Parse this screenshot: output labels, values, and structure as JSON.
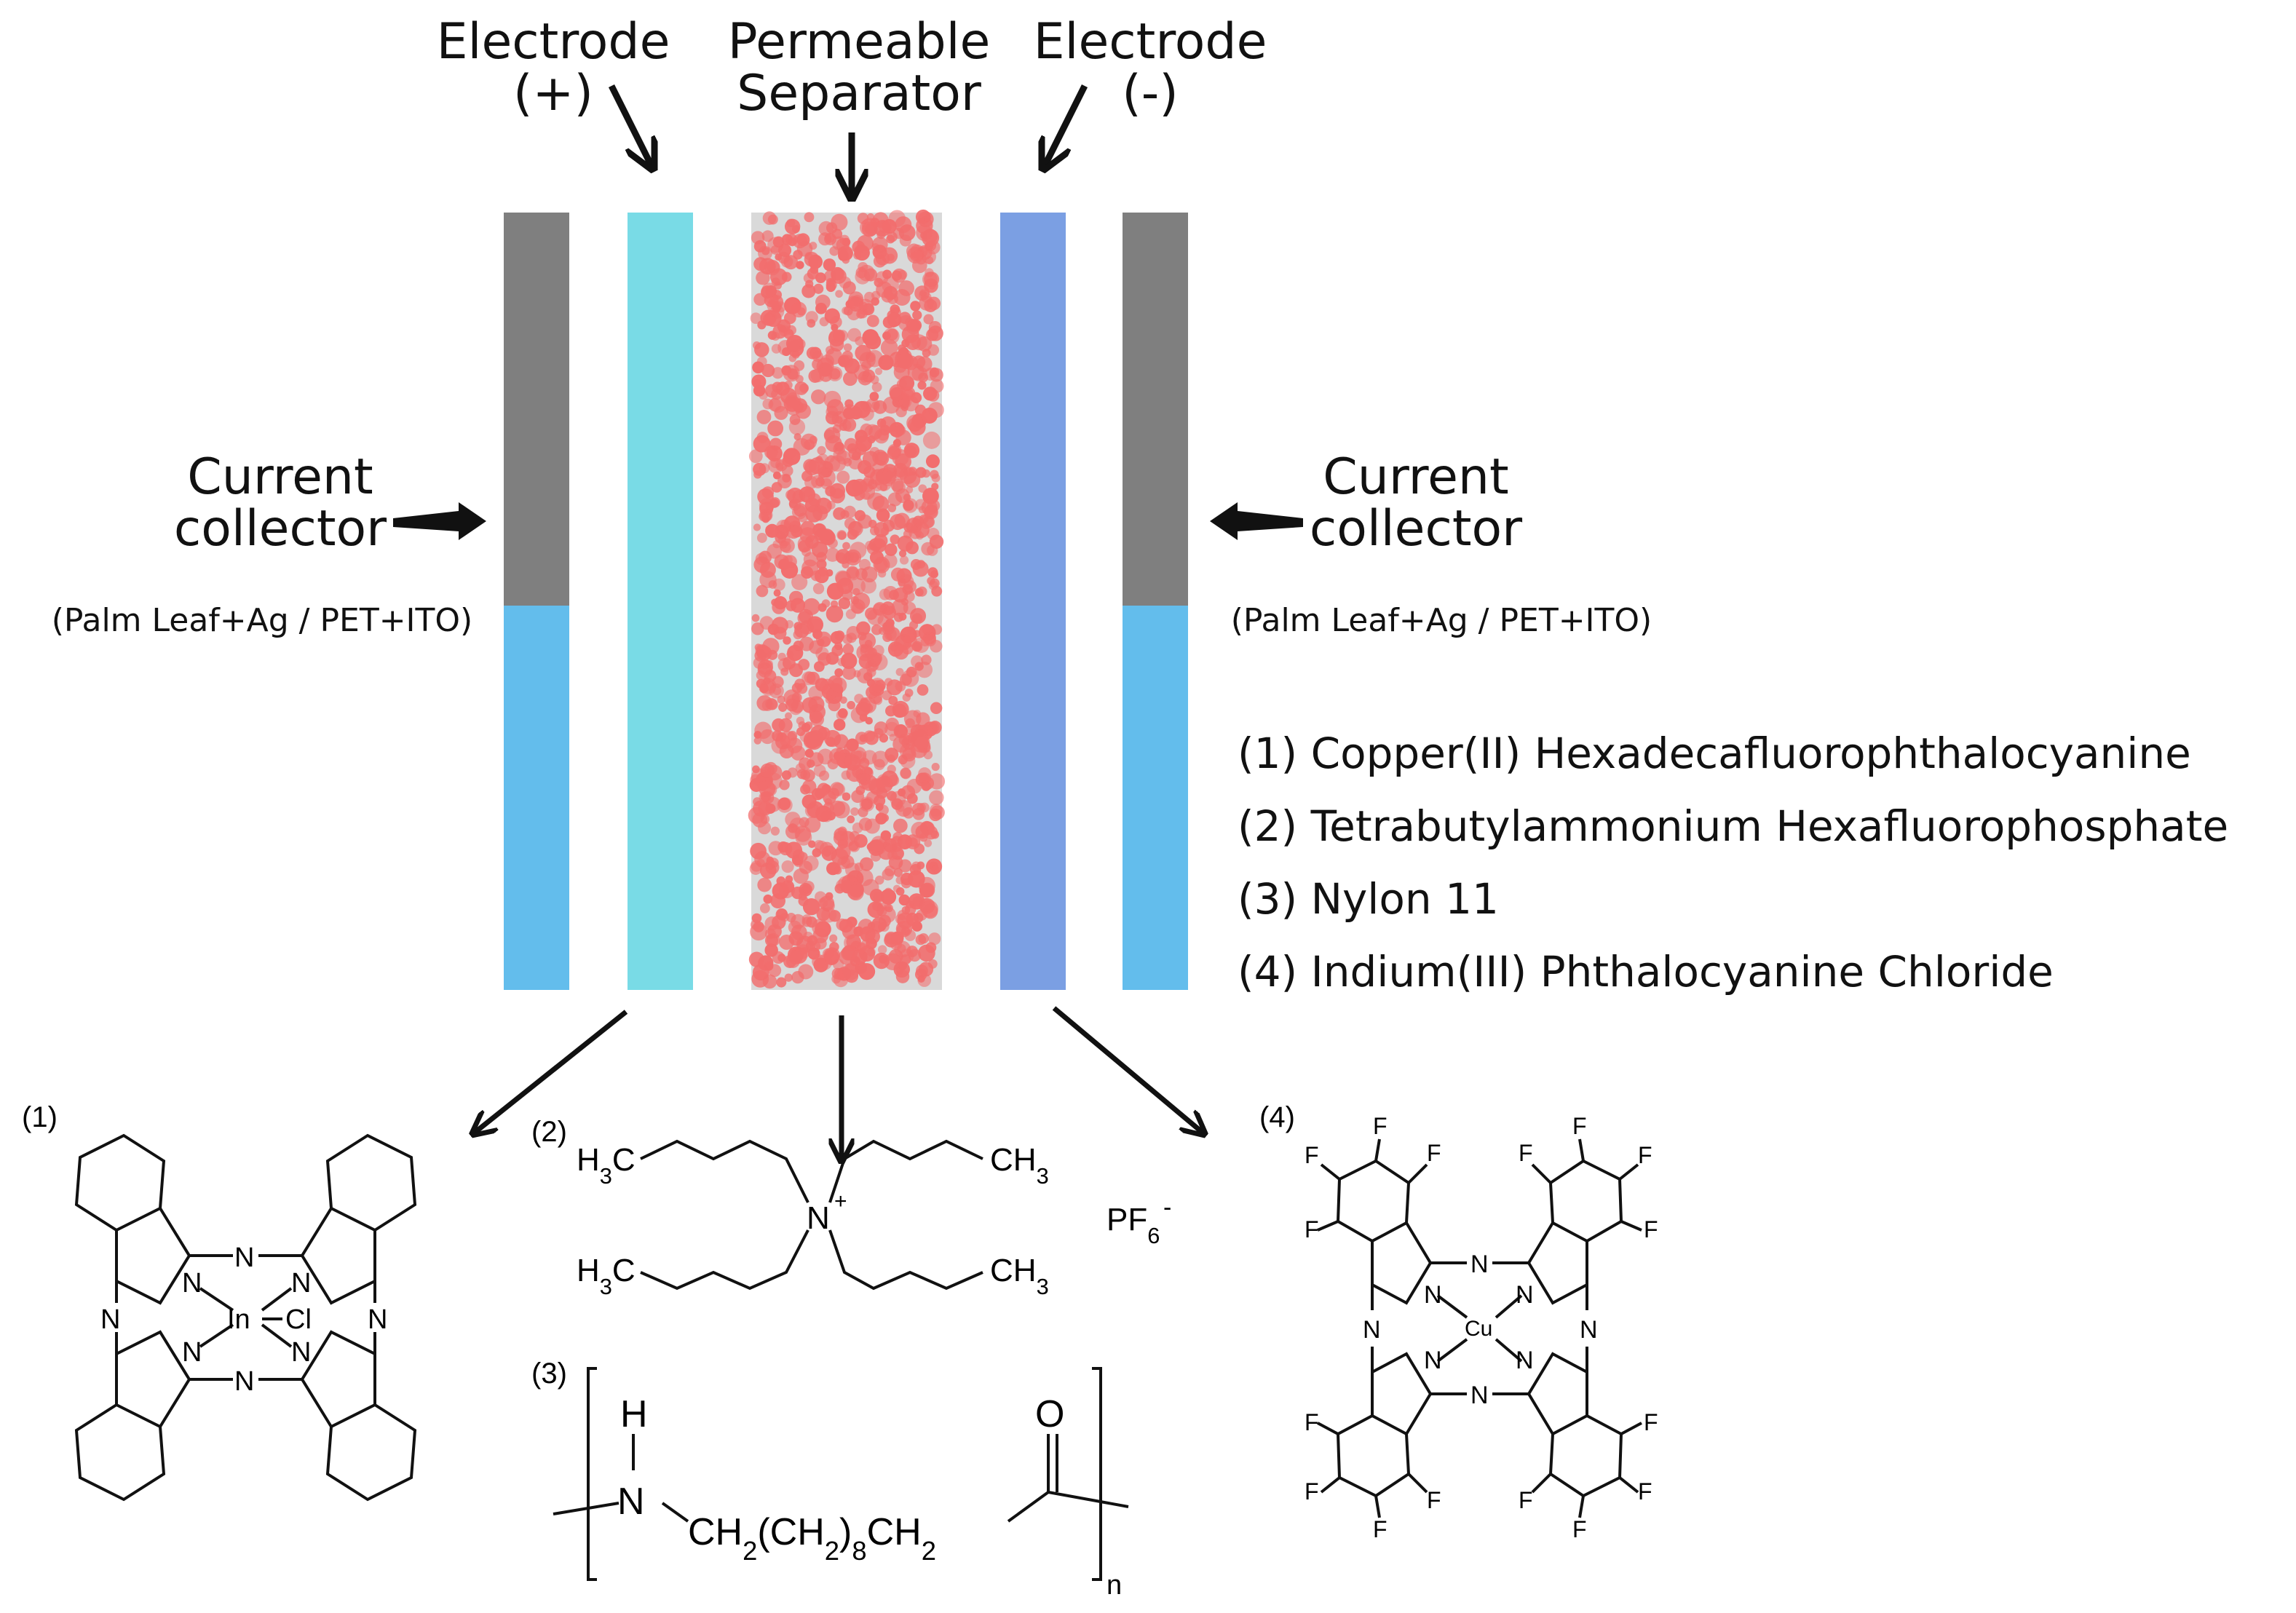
{
  "top_labels": {
    "electrode_pos": "Electrode\n(+)",
    "separator": "Permeable\nSeparator",
    "electrode_neg": "Electrode\n(-)"
  },
  "side_labels": {
    "collector_left": "Current\ncollector",
    "collector_right": "Current\ncollector",
    "collector_left_material": "(Palm Leaf+Ag / PET+ITO)",
    "collector_right_material": "(Palm Leaf+Ag / PET+ITO)"
  },
  "legend": [
    "(1) Copper(II) Hexadecafluorophthalocyanine",
    "(2) Tetrabutylammonium Hexafluorophosphate",
    "(3) Nylon 11",
    "(4) Indium(III) Phthalocyanine Chloride"
  ],
  "molecules": {
    "m1": {
      "number": "(1)",
      "center_metal": "In",
      "axial_ligand": "Cl",
      "n_label": "N"
    },
    "m2": {
      "number": "(2)",
      "ch3": "H3C",
      "ch3_right": "CH3",
      "n_plus": "N",
      "plus": "+",
      "counter_ion": "PF6",
      "counter_charge": "-"
    },
    "m3": {
      "number": "(3)",
      "h": "H",
      "n": "N",
      "o": "O",
      "chain": "CH2(CH2)8CH2",
      "repeat": "n"
    },
    "m4": {
      "number": "(4)",
      "center_metal": "Cu",
      "fluorine": "F",
      "n_label": "N"
    }
  },
  "colors": {
    "collector_gray": "#7f7f7f",
    "collector_blue": "#63bdec",
    "electrode_pos": "#79dbe6",
    "electrode_neg": "#7b9fe3",
    "separator_bg": "#d9d9d9",
    "separator_dots": "#f26d6d"
  }
}
